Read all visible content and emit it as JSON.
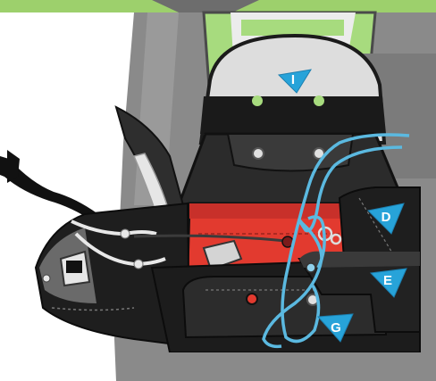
{
  "colors": {
    "top_strip": "#9dd06c",
    "frame_grey": "#8a8a8a",
    "panel_grey": "#6d6d6d",
    "light_grey": "#d8d8d8",
    "dark": "#222222",
    "black": "#111111",
    "green_accent": "#a7db7e",
    "red_pad": "#e23a2f",
    "cable_blue": "#5bb9e0",
    "marker_blue": "#27a3d9",
    "white_cable": "#e8e8e8"
  },
  "markers": {
    "i": "I",
    "d": "D",
    "e": "E",
    "g": "G"
  },
  "icons": {
    "arrow_markers": "triangle-pointer-icon",
    "screw_holes": "circle-hole-icon"
  }
}
